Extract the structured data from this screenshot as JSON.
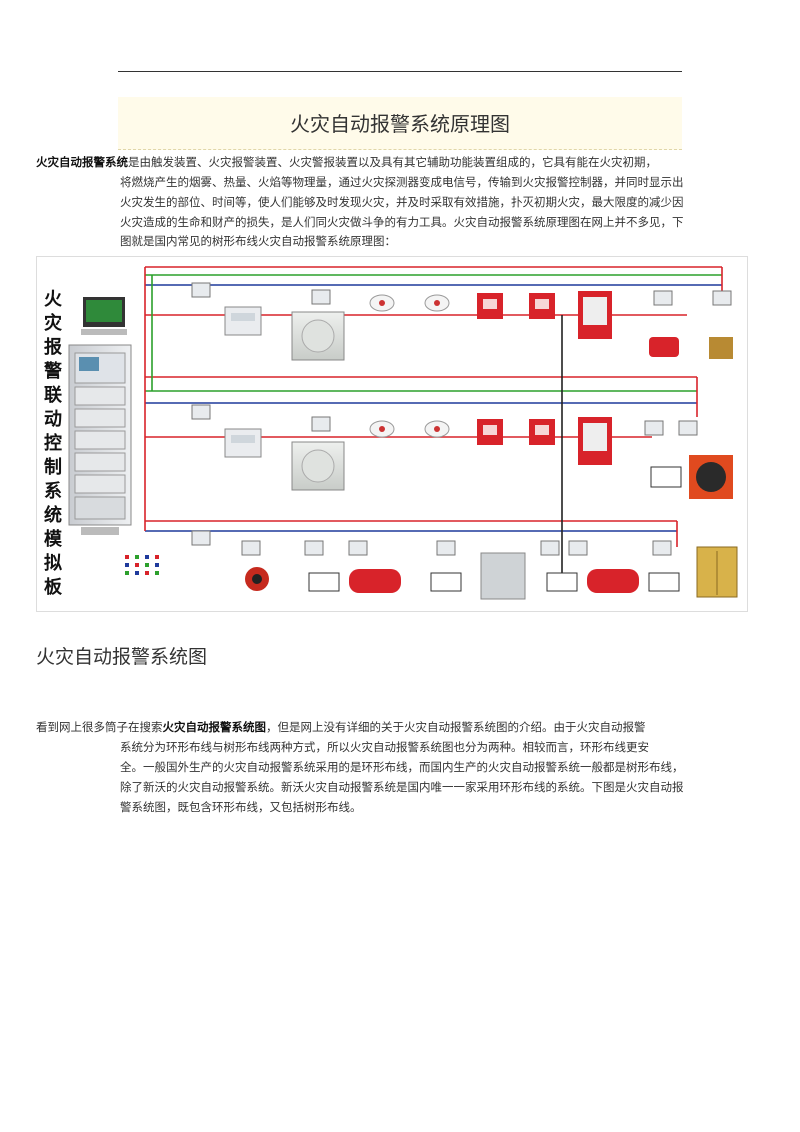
{
  "page": {
    "title": "火灾自动报警系统原理图",
    "intro": {
      "lead_bold": "火灾自动报警系统",
      "lead_rest": "是由触发装置、火灾报警装置、火灾警报装置以及具有其它辅助功能装置组成的，它具有能在火灾初期，",
      "body": "将燃烧产生的烟雾、热量、火焰等物理量，通过火灾探测器变成电信号，传输到火灾报警控制器，并同时显示出火灾发生的部位、时间等，使人们能够及时发现火灾，并及时采取有效措施，扑灭初期火灾，最大限度的减少因火灾造成的生命和财产的损失，是人们同火灾做斗争的有力工具。火灾自动报警系统原理图在网上并不多见，下图就是国内常见的树形布线火灾自动报警系统原理图："
    },
    "section2_heading": "火灾自动报警系统图",
    "para2": {
      "lead": "看到网上很多筒子在搜索",
      "lead_bold": "火灾自动报警系统图",
      "lead_rest": "，但是网上没有详细的关于火灾自动报警系统图的介绍。由于火灾自动报警",
      "line2": "系统分为环形布线与树形布线两种方式，所以火灾自动报警系统图也分为两种。相较而言，环形布线更安",
      "body": "全。一般国外生产的火灾自动报警系统采用的是环形布线，而国内生产的火灾自动报警系统一般都是树形布线，除了新沃的火灾自动报警系统。新沃火灾自动报警系统是国内唯一一家采用环形布线的系统。下图是火灾自动报警系统图，既包含环形布线，又包括树形布线。"
    }
  },
  "diagram": {
    "board_title": [
      "火",
      "灾",
      "报",
      "警",
      "联",
      "动",
      "控",
      "制",
      "系",
      "统",
      "模",
      "拟",
      "板"
    ],
    "colors": {
      "red": "#d8232a",
      "blue": "#1f3a9c",
      "green": "#2ca02c",
      "black": "#222222"
    }
  }
}
